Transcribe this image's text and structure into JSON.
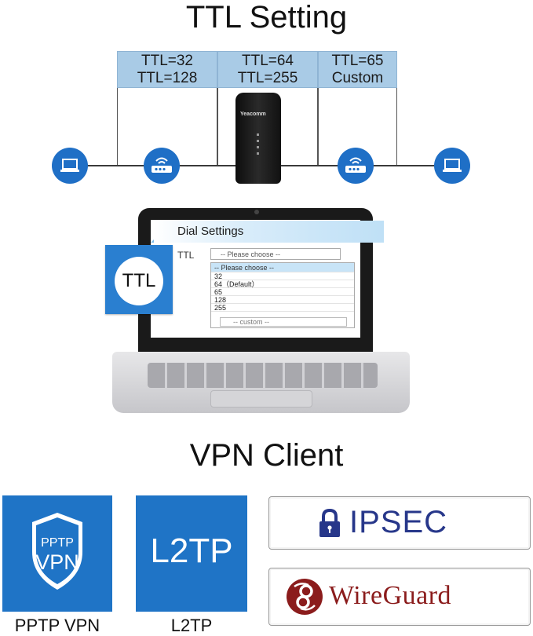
{
  "headings": {
    "ttl_setting": "TTL Setting",
    "vpn_client": "VPN Client"
  },
  "ttl_boxes": [
    {
      "line1": "TTL=32",
      "line2": "TTL=128"
    },
    {
      "line1": "TTL=64",
      "line2": "TTL=255"
    },
    {
      "line1": "TTL=65",
      "line2": "Custom"
    }
  ],
  "router": {
    "brand": "Yeacomm"
  },
  "network_icons": [
    "laptop-icon",
    "router-icon",
    "router-icon",
    "laptop-icon"
  ],
  "colors": {
    "accent_blue": "#1f6fc6",
    "label_blue": "#a9cbe6",
    "ipsec_blue": "#27378a",
    "wireguard_red": "#8b1c1c"
  },
  "dial_settings": {
    "title": "Dial Settings",
    "ttl_label": "TTL",
    "select_value": "-- Please choose --",
    "options": [
      "-- Please choose --",
      "32",
      "64（Default）",
      "65",
      "128",
      "255"
    ],
    "custom_option": "-- custom --",
    "badge": "TTL"
  },
  "vpn": {
    "pptp": {
      "shield_top": "PPTP",
      "shield_bottom": "VPN",
      "caption": "PPTP VPN"
    },
    "l2tp": {
      "tile": "L2TP",
      "caption": "L2TP"
    },
    "ipsec": {
      "label": "IPSEC",
      "icon": "lock-icon"
    },
    "wireguard": {
      "label": "WireGuard",
      "icon": "wireguard-logo-icon"
    }
  }
}
